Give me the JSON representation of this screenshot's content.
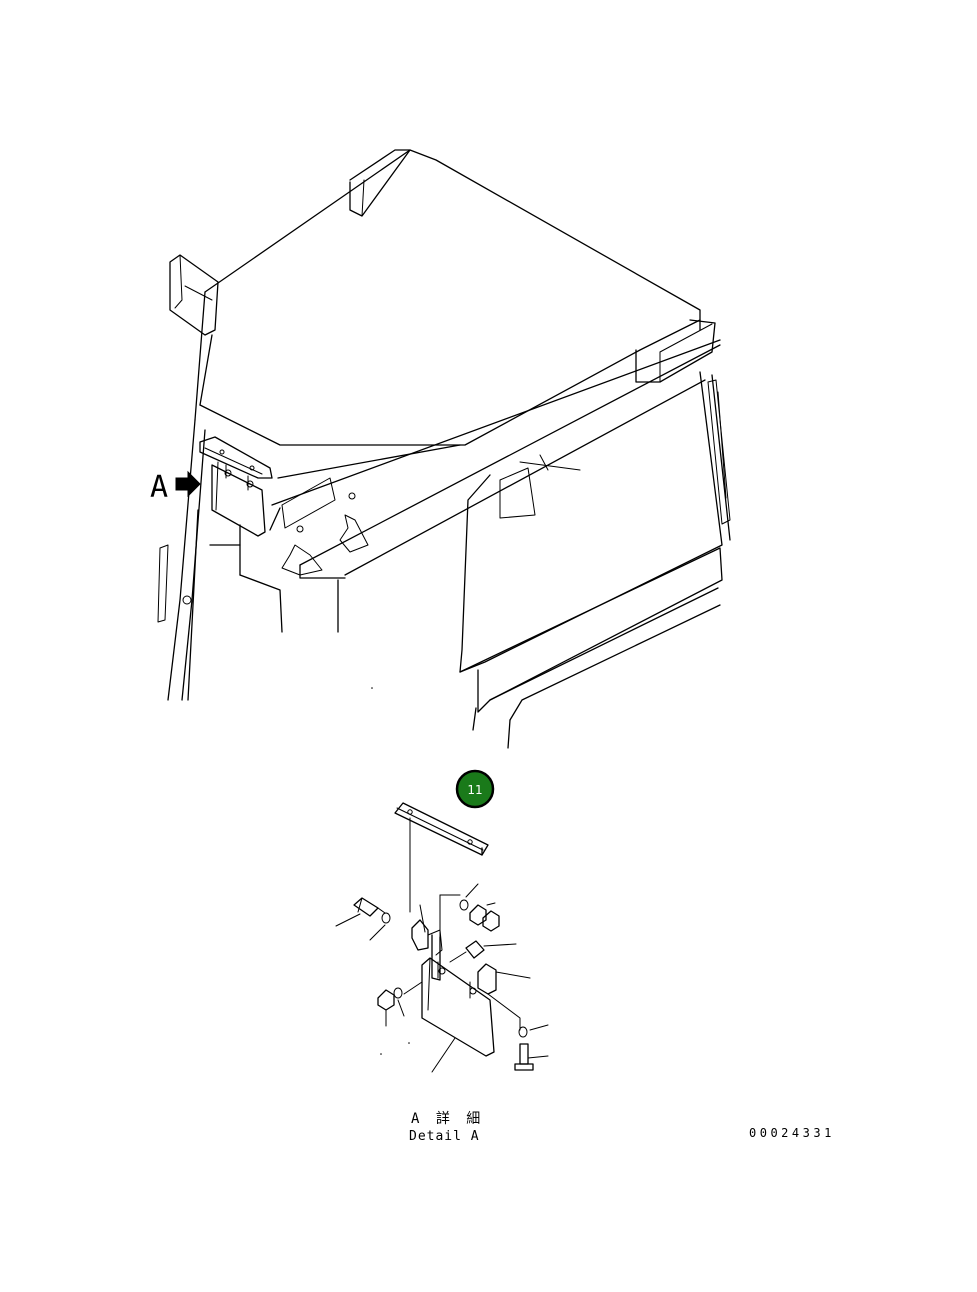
{
  "view_marker": {
    "letter": "A"
  },
  "callout": {
    "number": "11",
    "fill": "#1a7a1a",
    "ring": "#000000"
  },
  "detail_caption": {
    "japanese": "A 詳 細",
    "english": "Detail A"
  },
  "drawing_number": "00024331"
}
